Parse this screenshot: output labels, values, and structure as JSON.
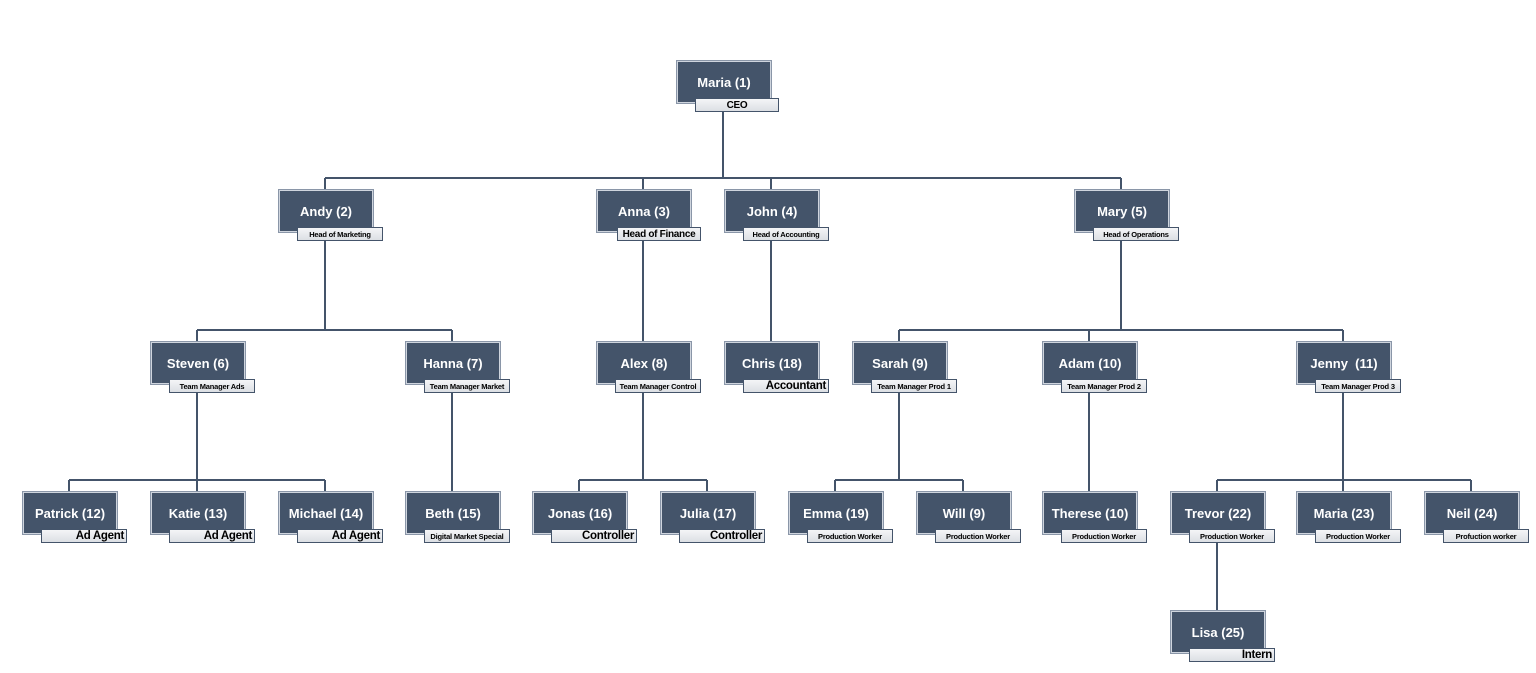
{
  "nodes": [
    {
      "id": 1,
      "name": "Maria (1)",
      "title": "CEO"
    },
    {
      "id": 2,
      "name": "Andy (2)",
      "title": "Head of Marketing"
    },
    {
      "id": 3,
      "name": "Anna (3)",
      "title": "Head of Finance"
    },
    {
      "id": 4,
      "name": "John (4)",
      "title": "Head of Accounting"
    },
    {
      "id": 5,
      "name": "Mary (5)",
      "title": "Head of Operations"
    },
    {
      "id": 6,
      "name": "Steven (6)",
      "title": "Team Manager Ads"
    },
    {
      "id": 7,
      "name": "Hanna (7)",
      "title": "Team Manager Market"
    },
    {
      "id": 8,
      "name": "Alex (8)",
      "title": "Team Manager Control"
    },
    {
      "id": 9,
      "name": "Chris (18)",
      "title": "Accountant"
    },
    {
      "id": 10,
      "name": "Sarah (9)",
      "title": "Team Manager Prod 1"
    },
    {
      "id": 11,
      "name": "Adam (10)",
      "title": "Team Manager Prod 2"
    },
    {
      "id": 12,
      "name": "Jenny  (11)",
      "title": "Team Manager Prod 3"
    },
    {
      "id": 13,
      "name": "Patrick (12)",
      "title": "Ad Agent"
    },
    {
      "id": 14,
      "name": "Katie (13)",
      "title": "Ad Agent"
    },
    {
      "id": 15,
      "name": "Michael (14)",
      "title": "Ad Agent"
    },
    {
      "id": 16,
      "name": "Beth (15)",
      "title": "Digital Market Special"
    },
    {
      "id": 17,
      "name": "Jonas (16)",
      "title": "Controller"
    },
    {
      "id": 18,
      "name": "Julia (17)",
      "title": "Controller"
    },
    {
      "id": 19,
      "name": "Emma (19)",
      "title": "Production Worker"
    },
    {
      "id": 20,
      "name": "Will (9)",
      "title": "Production Worker"
    },
    {
      "id": 21,
      "name": "Therese (10)",
      "title": "Production Worker"
    },
    {
      "id": 22,
      "name": "Trevor (22)",
      "title": "Production Worker"
    },
    {
      "id": 23,
      "name": "Maria (23)",
      "title": "Production Worker"
    },
    {
      "id": 24,
      "name": "Neil (24)",
      "title": "Profuction worker"
    },
    {
      "id": 25,
      "name": "Lisa (25)",
      "title": "Intern"
    }
  ],
  "edges": [
    [
      1,
      2
    ],
    [
      1,
      3
    ],
    [
      1,
      4
    ],
    [
      1,
      5
    ],
    [
      2,
      6
    ],
    [
      2,
      7
    ],
    [
      3,
      8
    ],
    [
      4,
      9
    ],
    [
      5,
      10
    ],
    [
      5,
      11
    ],
    [
      5,
      12
    ],
    [
      6,
      13
    ],
    [
      6,
      14
    ],
    [
      6,
      15
    ],
    [
      7,
      16
    ],
    [
      8,
      17
    ],
    [
      8,
      18
    ],
    [
      10,
      19
    ],
    [
      10,
      20
    ],
    [
      11,
      21
    ],
    [
      12,
      22
    ],
    [
      12,
      23
    ],
    [
      12,
      24
    ],
    [
      22,
      25
    ]
  ]
}
